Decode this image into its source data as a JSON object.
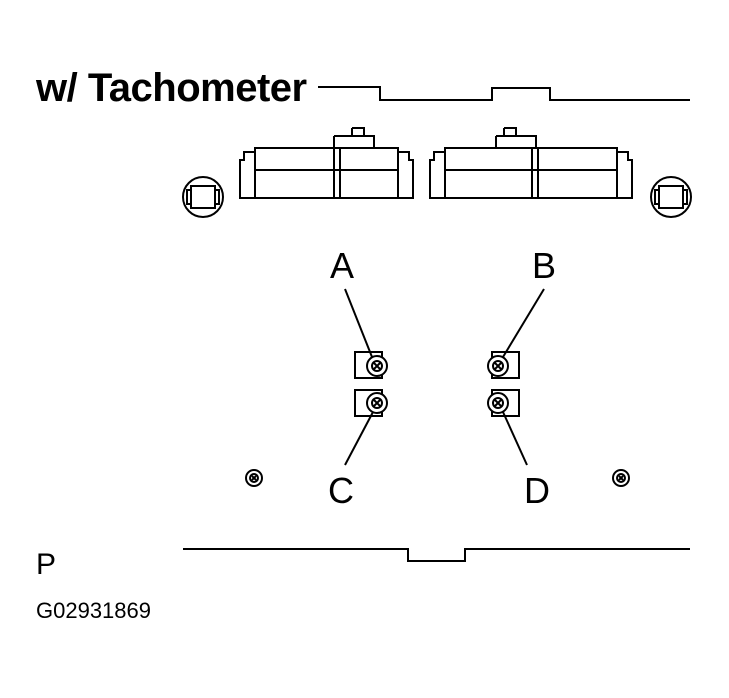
{
  "diagram": {
    "title": "w/ Tachometer",
    "view_letter": "P",
    "figure_id": "G02931869",
    "callouts": {
      "a": "A",
      "b": "B",
      "c": "C",
      "d": "D"
    }
  }
}
